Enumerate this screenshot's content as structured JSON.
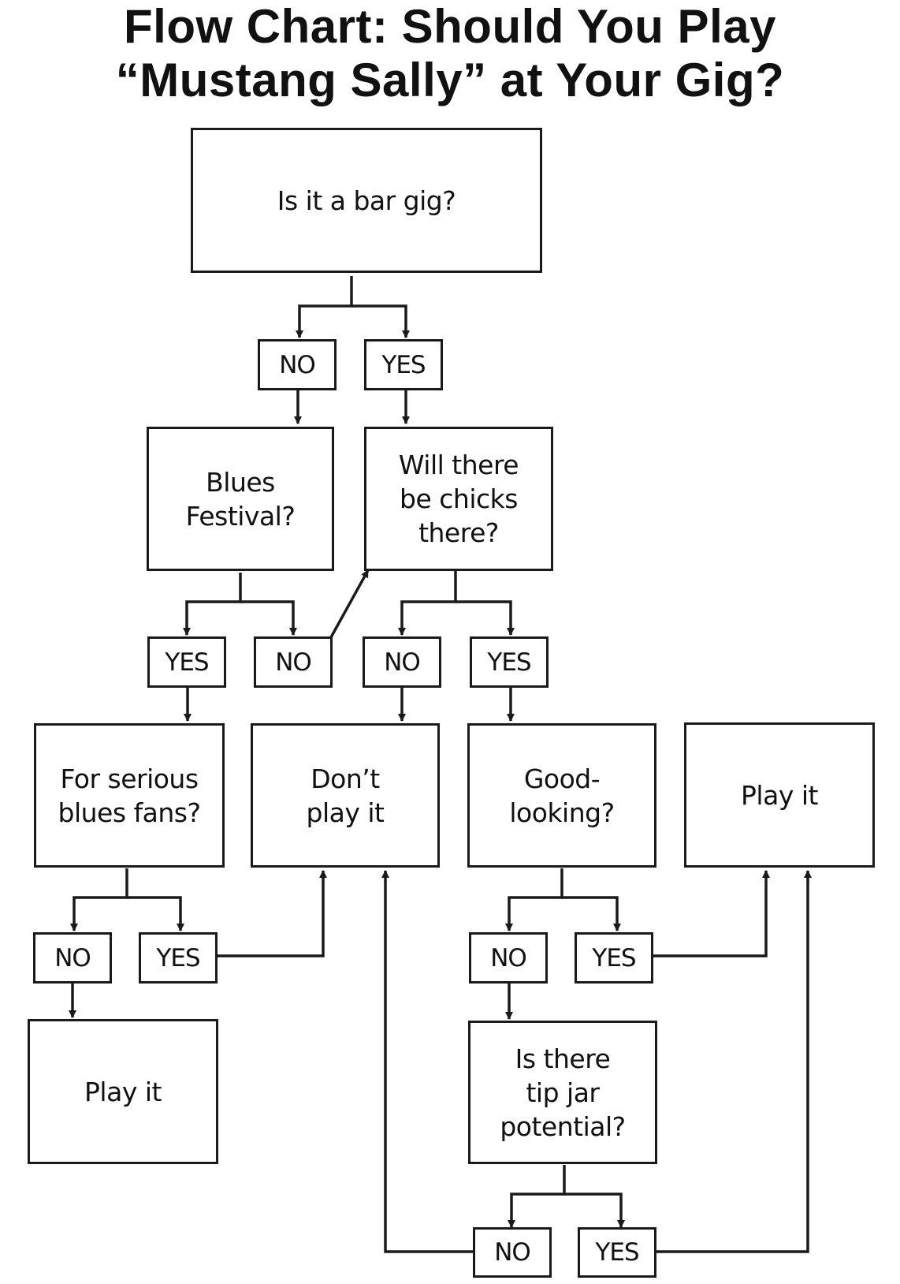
{
  "title": {
    "line1": "Flow Chart: Should You Play",
    "line2": "“Mustang Sally” at Your Gig?"
  },
  "nodes": {
    "bar_gig": "Is it a bar gig?",
    "blues_festival": "Blues Festival?",
    "chicks": "Will there be chicks there?",
    "serious_fans": "For serious blues fans?",
    "dont_play": "Don’t play it",
    "good_looking": "Good-looking?",
    "play_it_right": "Play it",
    "play_it_left": "Play it",
    "tip_jar": "Is there tip jar potential?"
  },
  "labels": {
    "bar_gig_no": "NO",
    "bar_gig_yes": "YES",
    "festival_yes": "YES",
    "festival_no": "NO",
    "chicks_no": "NO",
    "chicks_yes": "YES",
    "fans_no": "NO",
    "fans_yes": "YES",
    "looking_no": "NO",
    "looking_yes": "YES",
    "tip_no": "NO",
    "tip_yes": "YES"
  }
}
